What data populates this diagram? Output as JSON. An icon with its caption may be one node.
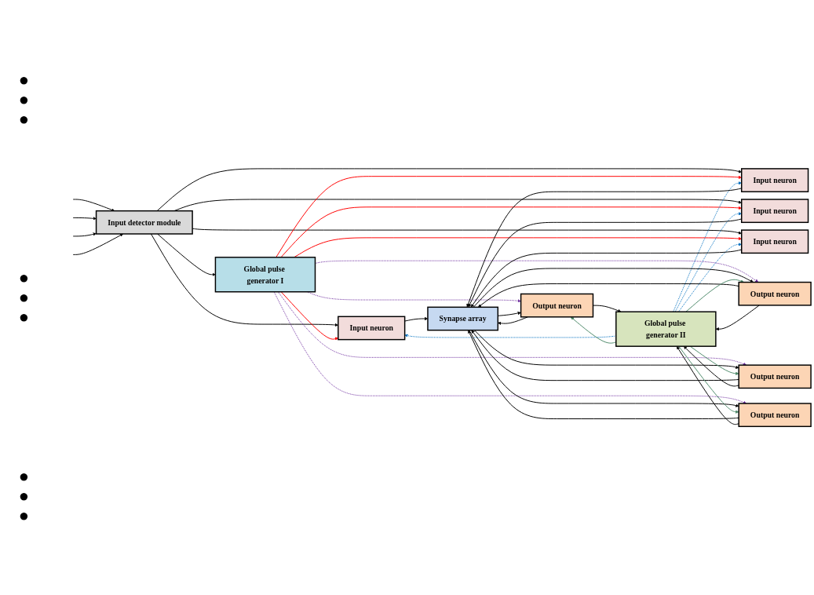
{
  "diagram": {
    "nodes": [
      {
        "text": [
          "Global pulse generator I"
        ]
      },
      {
        "text": [
          "Global pulse generator II"
        ]
      },
      {
        "text": [
          "Input detector module"
        ]
      },
      {
        "text": [
          "Input neuron"
        ]
      },
      {
        "text": [
          "Input neuron"
        ]
      },
      {
        "text": [
          "Input neuron"
        ]
      },
      {
        "text": [
          "Input neuron"
        ]
      },
      {
        "text": [
          "Synapse array"
        ]
      },
      {
        "text": [
          "Output neuron"
        ]
      },
      {
        "text": [
          "Output neuron"
        ]
      },
      {
        "text": [
          "Output neuron"
        ]
      },
      {
        "text": [
          "Output neuron"
        ]
      }
    ],
    "edges": [
      {
        "from": null,
        "to": 2,
        "arrow": "to"
      },
      {
        "from": null,
        "to": 2,
        "arrow": "to"
      },
      {
        "from": null,
        "to": 2,
        "arrow": "to"
      },
      {
        "from": null,
        "to": 2,
        "arrow": "to"
      },
      {
        "from": 2,
        "to": 0,
        "arrow": "to"
      },
      {
        "from": 2,
        "to": 3,
        "arrow": "to"
      },
      {
        "from": 2,
        "to": 4,
        "arrow": "to"
      },
      {
        "from": 2,
        "to": 5,
        "arrow": "to"
      },
      {
        "from": 2,
        "to": 6,
        "arrow": "to"
      },
      {
        "from": 0,
        "to": 3,
        "arrow": "to",
        "color": "#ff0000"
      },
      {
        "from": 0,
        "to": 4,
        "arrow": "to",
        "color": "#ff0000"
      },
      {
        "from": 0,
        "to": 5,
        "arrow": "to",
        "color": "#ff0000"
      },
      {
        "from": 0,
        "to": 6,
        "arrow": "to",
        "color": "#ff0000"
      },
      {
        "from": 1,
        "to": 3,
        "arrow": "to",
        "style": "dashed",
        "color": "#0070c0"
      },
      {
        "from": 1,
        "to": 4,
        "arrow": "to",
        "style": "dashed",
        "color": "#0070c0"
      },
      {
        "from": 1,
        "to": 5,
        "arrow": "to",
        "style": "dashed",
        "color": "#0070c0"
      },
      {
        "from": 1,
        "to": 6,
        "arrow": "to",
        "style": "dashed",
        "color": "#0070c0"
      },
      {
        "from": 0,
        "to": 8,
        "arrow": "to",
        "style": "dashed",
        "color": "#7030a0"
      },
      {
        "from": 0,
        "to": 9,
        "arrow": "to",
        "style": "dashed",
        "color": "#7030a0"
      },
      {
        "from": 0,
        "to": 10,
        "arrow": "to",
        "style": "dashed",
        "color": "#7030a0"
      },
      {
        "from": 0,
        "to": 11,
        "arrow": "to",
        "style": "dashed",
        "color": "#7030a0"
      },
      {
        "from": 3,
        "to": 7,
        "arrow": "to"
      },
      {
        "from": 4,
        "to": 7,
        "arrow": "to"
      },
      {
        "from": 5,
        "to": 7,
        "arrow": "to"
      },
      {
        "from": 6,
        "to": 7,
        "arrow": "to"
      },
      {
        "from": 7,
        "to": 8,
        "arrow": "to"
      },
      {
        "from": 7,
        "to": 9,
        "arrow": "to"
      },
      {
        "from": 7,
        "to": 10,
        "arrow": "to"
      },
      {
        "from": 7,
        "to": 11,
        "arrow": "to"
      },
      {
        "from": 8,
        "to": 7,
        "arrow": "to"
      },
      {
        "from": 9,
        "to": 7,
        "arrow": "to"
      },
      {
        "from": 10,
        "to": 7,
        "arrow": "to"
      },
      {
        "from": 11,
        "to": 7,
        "arrow": "to"
      },
      {
        "from": 8,
        "to": 1,
        "arrow": "to"
      },
      {
        "from": 9,
        "to": 1,
        "arrow": "to"
      },
      {
        "from": 10,
        "to": 1,
        "arrow": "to"
      },
      {
        "from": 11,
        "to": 1,
        "arrow": "to"
      },
      {
        "from": 1,
        "to": 8,
        "arrow": "to",
        "color": "#4e8a6a"
      },
      {
        "from": 1,
        "to": 9,
        "arrow": "to",
        "color": "#4e8a6a"
      },
      {
        "from": 1,
        "to": 10,
        "arrow": "to",
        "color": "#4e8a6a"
      },
      {
        "from": 1,
        "to": 11,
        "arrow": "to",
        "color": "#4e8a6a"
      }
    ],
    "labels": [
      "●●●",
      "●●●",
      "●●●"
    ]
  }
}
